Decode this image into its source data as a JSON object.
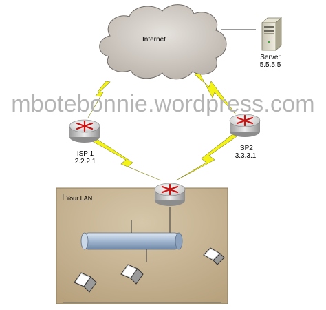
{
  "cloud_label": "Internet",
  "watermark": "mbotebonnie.wordpress.com",
  "lan_label": "Your LAN",
  "server": {
    "name": "Server",
    "ip": "5.5.5.5",
    "icon": "server-icon"
  },
  "routers": [
    {
      "name": "ISP 1",
      "ip": "2.2.2.1",
      "icon": "router-icon"
    },
    {
      "name": "ISP2",
      "ip": "3.3.3.1",
      "icon": "router-icon"
    },
    {
      "name": "",
      "ip": "",
      "icon": "router-icon"
    }
  ],
  "links": [
    {
      "from": "Internet",
      "to": "ISP 1",
      "type": "wan-lightning"
    },
    {
      "from": "Internet",
      "to": "ISP2",
      "type": "wan-lightning"
    },
    {
      "from": "ISP 1",
      "to": "LAN router",
      "type": "wan-lightning"
    },
    {
      "from": "ISP2",
      "to": "LAN router",
      "type": "wan-lightning"
    },
    {
      "from": "Internet",
      "to": "Server",
      "type": "line"
    },
    {
      "from": "LAN router",
      "to": "Ethernet bus",
      "type": "line"
    }
  ],
  "laptops": 3,
  "colors": {
    "lan_fill": "#cbb999",
    "bus": "#a7bdd6",
    "lightning": "#f2f218",
    "cloud": "#cdc7c0"
  }
}
